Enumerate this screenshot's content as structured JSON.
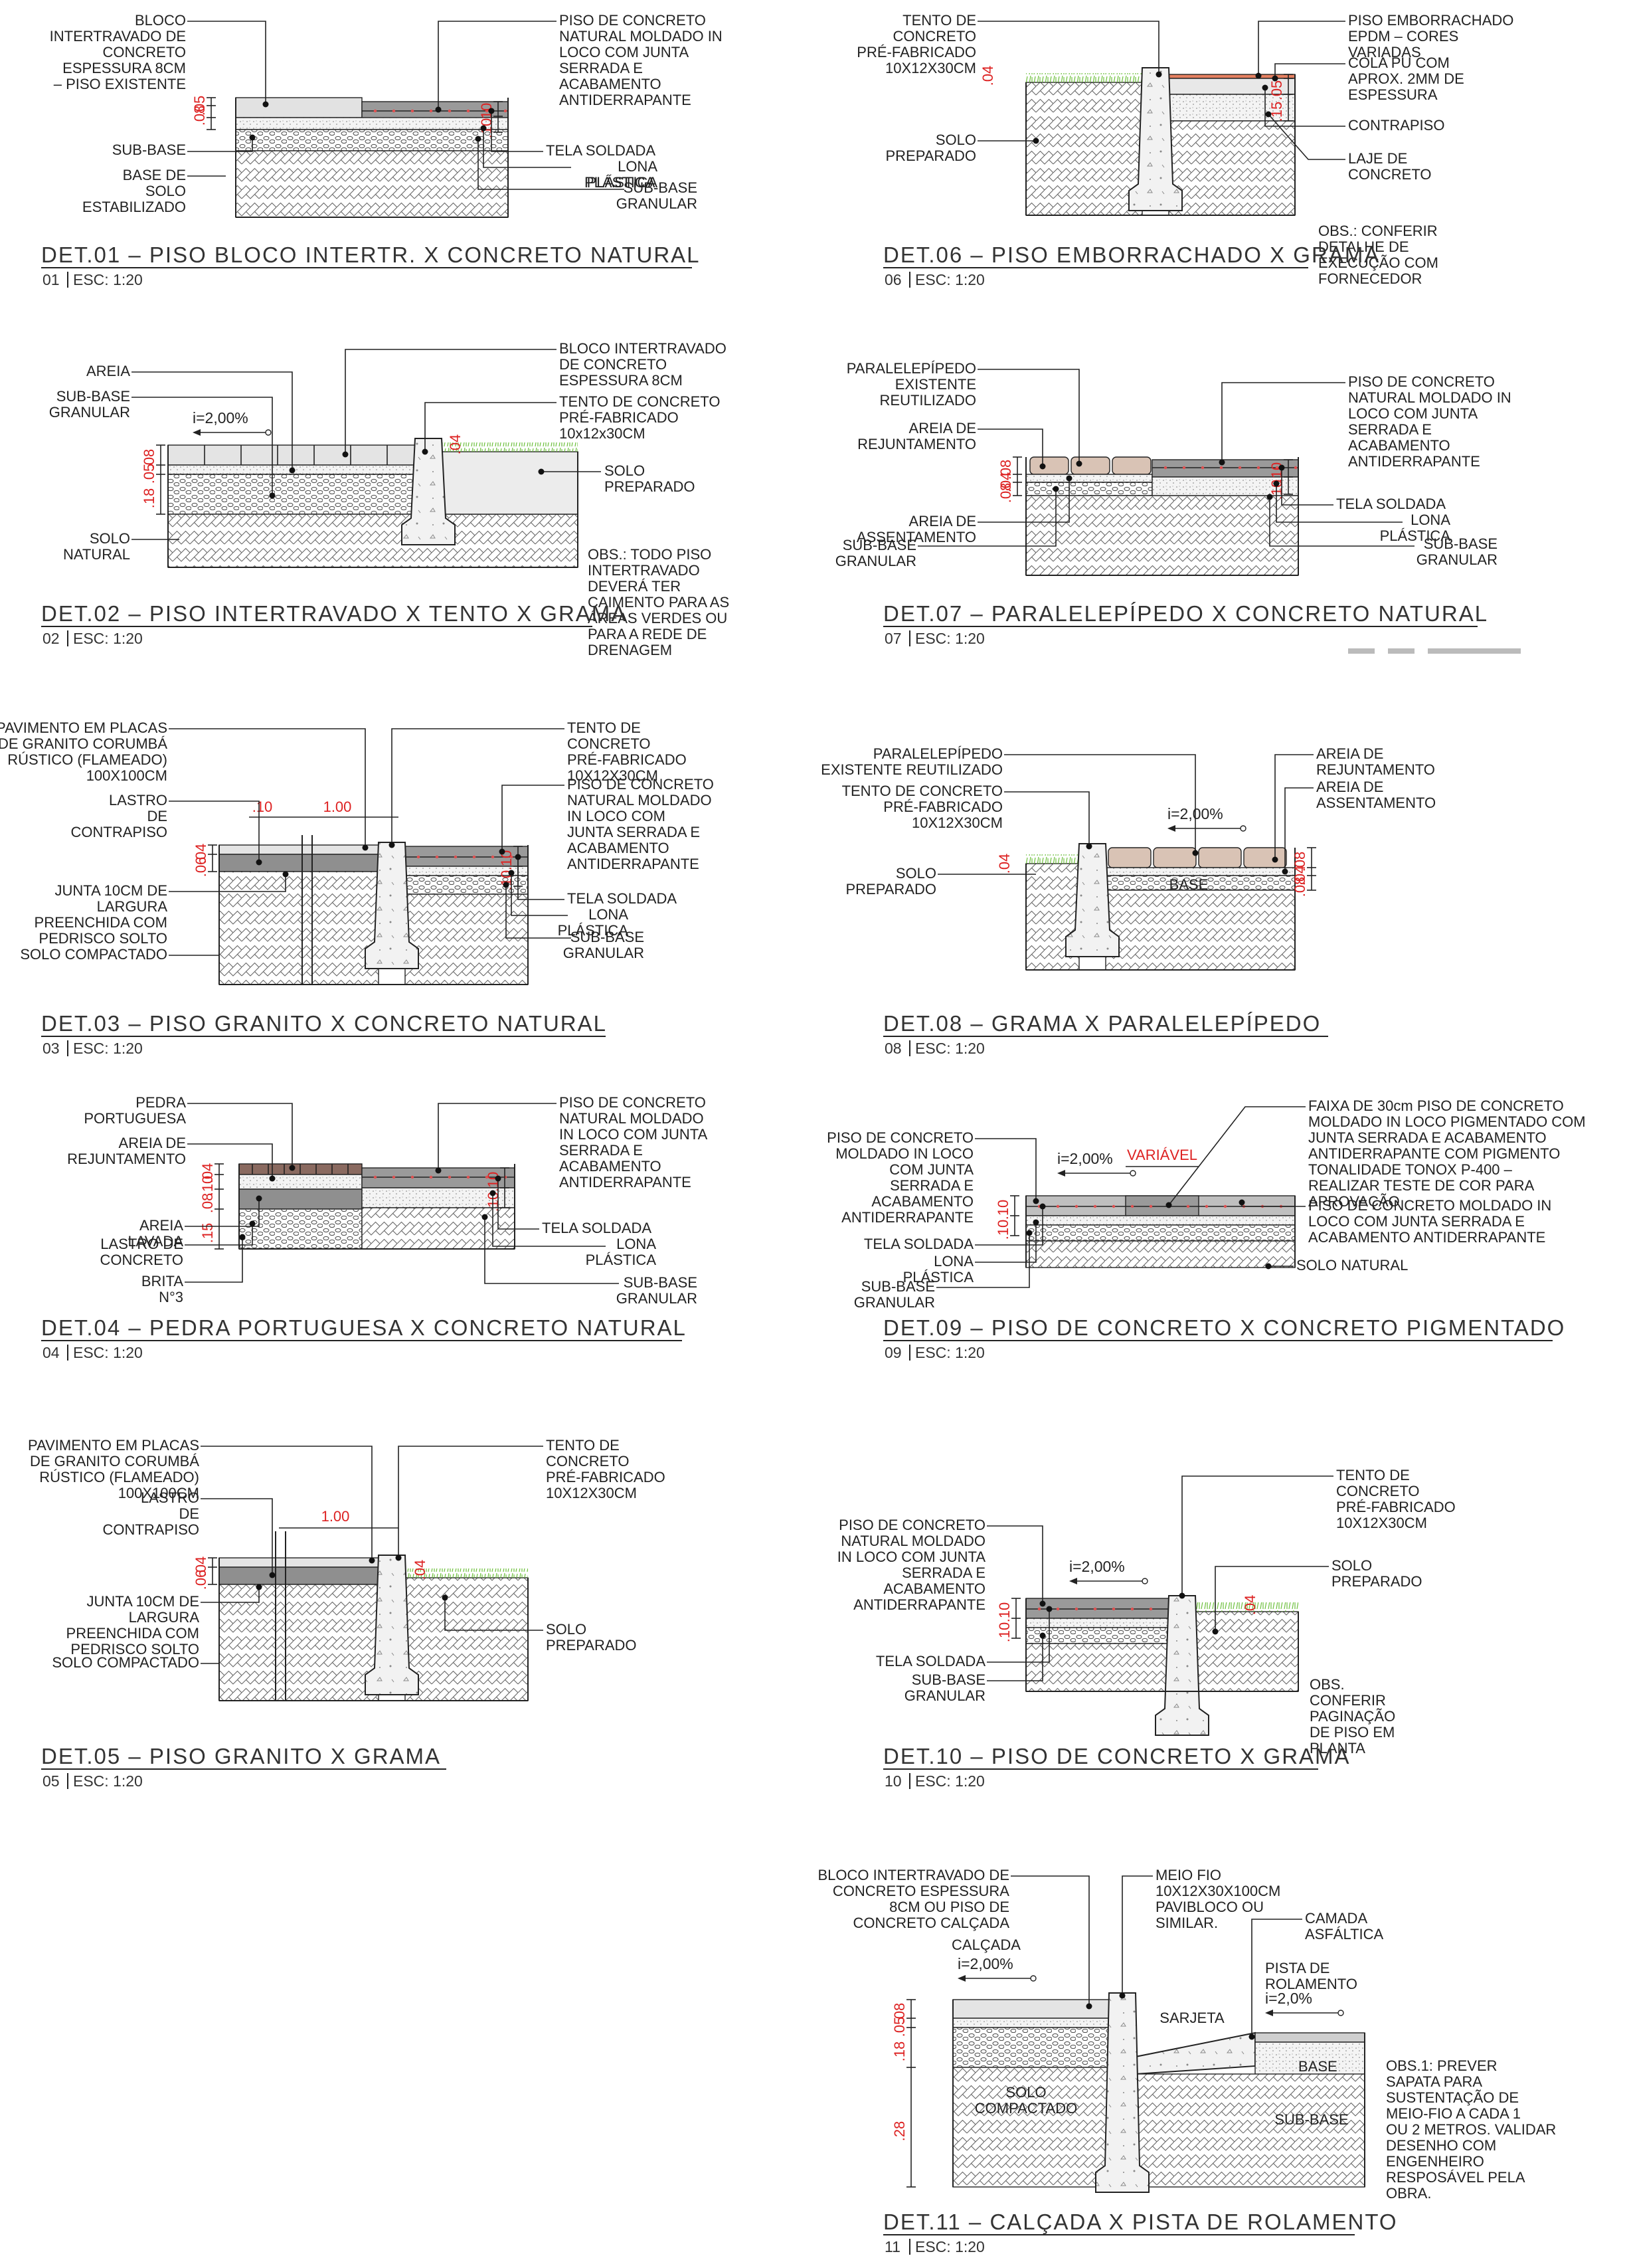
{
  "details": [
    {
      "title": "DET.01 – PISO BLOCO INTERTR. X CONCRETO NATURAL",
      "number": "01",
      "scale": "ESC: 1:20",
      "dims": [
        ".05",
        ".08",
        ".10",
        ".10"
      ],
      "slope": "",
      "labels": {
        "l1": [
          "BLOCO",
          "INTERTRAVADO DE",
          "CONCRETO",
          "ESPESSURA 8CM",
          "– PISO EXISTENTE"
        ],
        "l2": [
          "SUB-BASE"
        ],
        "l3": [
          "BASE DE",
          "SOLO",
          "ESTABILIZADO"
        ],
        "r1": [
          "PISO DE CONCRETO",
          "NATURAL MOLDADO IN",
          "LOCO COM JUNTA",
          "SERRADA E",
          "ACABAMENTO",
          "ANTIDERRAPANTE"
        ],
        "r2": [
          "TELA SOLDADA"
        ],
        "r3": [
          "LONA",
          "PLÁSTICA"
        ],
        "r4": [
          "SUB-BASE",
          "GRANULAR"
        ]
      },
      "obs": []
    },
    {
      "title": "DET.02 – PISO INTERTRAVADO X TENTO X GRAMA",
      "number": "02",
      "scale": "ESC: 1:20",
      "dims": [
        ".18",
        ".05",
        ".08",
        ".04"
      ],
      "slope": "i=2,00%",
      "labels": {
        "l1": [
          "AREIA"
        ],
        "l2": [
          "SUB-BASE",
          "GRANULAR"
        ],
        "l3": [
          "SOLO",
          "NATURAL"
        ],
        "r1": [
          "BLOCO INTERTRAVADO",
          "DE CONCRETO",
          "ESPESSURA 8CM"
        ],
        "r2": [
          "TENTO DE CONCRETO",
          "PRÉ-FABRICADO",
          "10x12x30CM"
        ],
        "r3": [
          "SOLO",
          "PREPARADO"
        ]
      },
      "obs": [
        "OBS.: TODO PISO",
        "INTERTRAVADO",
        "DEVERÁ TER",
        "CAIMENTO PARA AS",
        "ÁREAS VERDES OU",
        "PARA A REDE DE",
        "DRENAGEM"
      ]
    },
    {
      "title": "DET.03 – PISO GRANITO X CONCRETO NATURAL",
      "number": "03",
      "scale": "ESC: 1:20",
      "dims": [
        ".06",
        ".04",
        ".10",
        ".10",
        ".10",
        "1.00"
      ],
      "slope": "",
      "labels": {
        "l1": [
          "PAVIMENTO EM PLACAS",
          "DE GRANITO CORUMBÁ",
          "RÚSTICO (FLAMEADO)",
          "100X100CM"
        ],
        "l2": [
          "LASTRO",
          "DE",
          "CONTRAPISO"
        ],
        "l3": [
          "JUNTA 10CM DE",
          "LARGURA",
          "PREENCHIDA COM",
          "PEDRISCO SOLTO"
        ],
        "l4": [
          "SOLO COMPACTADO"
        ],
        "r1": [
          "TENTO DE",
          "CONCRETO",
          "PRÉ-FABRICADO",
          "10X12X30CM"
        ],
        "r2": [
          "PISO DE CONCRETO",
          "NATURAL MOLDADO",
          "IN LOCO COM",
          "JUNTA SERRADA E",
          "ACABAMENTO",
          "ANTIDERRAPANTE"
        ],
        "r3": [
          "TELA SOLDADA"
        ],
        "r4": [
          "LONA",
          "PLÁSTICA"
        ],
        "r5": [
          "SUB-BASE",
          "GRANULAR"
        ]
      },
      "obs": []
    },
    {
      "title": "DET.04 – PEDRA PORTUGUESA X CONCRETO NATURAL",
      "number": "04",
      "scale": "ESC: 1:20",
      "dims": [
        ".15",
        ".08",
        ".10",
        ".04",
        ".10",
        ".10"
      ],
      "slope": "",
      "labels": {
        "l1": [
          "PEDRA",
          "PORTUGUESA"
        ],
        "l2": [
          "AREIA DE",
          "REJUNTAMENTO"
        ],
        "l3": [
          "AREIA",
          "LAVADA"
        ],
        "l4": [
          "LASTRO DE",
          "CONCRETO"
        ],
        "l5": [
          "BRITA",
          "N°3"
        ],
        "r1": [
          "PISO DE CONCRETO",
          "NATURAL MOLDADO",
          "IN LOCO COM JUNTA",
          "SERRADA E",
          "ACABAMENTO",
          "ANTIDERRAPANTE"
        ],
        "r2": [
          "TELA SOLDADA"
        ],
        "r3": [
          "LONA",
          "PLÁSTICA"
        ],
        "r4": [
          "SUB-BASE",
          "GRANULAR"
        ]
      },
      "obs": []
    },
    {
      "title": "DET.05 – PISO GRANITO X GRAMA",
      "number": "05",
      "scale": "ESC: 1:20",
      "dims": [
        ".06",
        ".04",
        ".04",
        "1.00"
      ],
      "slope": "",
      "labels": {
        "l1": [
          "PAVIMENTO EM PLACAS",
          "DE GRANITO CORUMBÁ",
          "RÚSTICO (FLAMEADO)",
          "100X100CM"
        ],
        "l2": [
          "LASTRO",
          "DE",
          "CONTRAPISO"
        ],
        "l3": [
          "JUNTA 10CM DE",
          "LARGURA",
          "PREENCHIDA COM",
          "PEDRISCO SOLTO"
        ],
        "l4": [
          "SOLO COMPACTADO"
        ],
        "r1": [
          "TENTO DE",
          "CONCRETO",
          "PRÉ-FABRICADO",
          "10X12X30CM"
        ],
        "r2": [
          "SOLO",
          "PREPARADO"
        ]
      },
      "obs": []
    },
    {
      "title": "DET.06 – PISO EMBORRACHADO X GRAMA",
      "number": "06",
      "scale": "ESC: 1:20",
      "dims": [
        ".04",
        ".15",
        ".05"
      ],
      "slope": "",
      "labels": {
        "l1": [
          "TENTO DE",
          "CONCRETO",
          "PRÉ-FABRICADO",
          "10X12X30CM"
        ],
        "l2": [
          "SOLO",
          "PREPARADO"
        ],
        "r1": [
          "PISO EMBORRACHADO",
          "EPDM – CORES",
          "VARIADAS"
        ],
        "r2": [
          "COLA PU COM",
          "APROX. 2MM DE",
          "ESPESSURA"
        ],
        "r3": [
          "CONTRAPISO"
        ],
        "r4": [
          "LAJE DE",
          "CONCRETO"
        ]
      },
      "obs": [
        "OBS.: CONFERIR",
        "DETALHE DE",
        "EXECUÇÃO COM",
        "FORNECEDOR"
      ]
    },
    {
      "title": "DET.07 – PARALELEPÍPEDO X CONCRETO NATURAL",
      "number": "07",
      "scale": "ESC: 1:20",
      "dims": [
        ".08",
        ".04",
        ".08",
        ".10",
        ".10"
      ],
      "slope": "",
      "labels": {
        "l1": [
          "PARALELEPÍPEDO",
          "EXISTENTE",
          "REUTILIZADO"
        ],
        "l2": [
          "AREIA DE",
          "REJUNTAMENTO"
        ],
        "l3": [
          "AREIA DE",
          "ASSENTAMENTO"
        ],
        "l4": [
          "SUB-BASE",
          "GRANULAR"
        ],
        "r1": [
          "PISO DE CONCRETO",
          "NATURAL MOLDADO IN",
          "LOCO COM JUNTA",
          "SERRADA E",
          "ACABAMENTO",
          "ANTIDERRAPANTE"
        ],
        "r2": [
          "TELA SOLDADA"
        ],
        "r3": [
          "LONA",
          "PLÁSTICA"
        ],
        "r4": [
          "SUB-BASE",
          "GRANULAR"
        ]
      },
      "obs": []
    },
    {
      "title": "DET.08 – GRAMA X PARALELEPÍPEDO",
      "number": "08",
      "scale": "ESC: 1:20",
      "dims": [
        ".04",
        ".08",
        ".04",
        ".08"
      ],
      "slope": "i=2,00%",
      "labels": {
        "l1": [
          "PARALELEPÍPEDO",
          "EXISTENTE REUTILIZADO"
        ],
        "l2": [
          "TENTO DE CONCRETO",
          "PRÉ-FABRICADO",
          "10X12X30CM"
        ],
        "l3": [
          "SOLO",
          "PREPARADO"
        ],
        "r1": [
          "AREIA DE",
          "REJUNTAMENTO"
        ],
        "r2": [
          "AREIA DE",
          "ASSENTAMENTO"
        ],
        "mid": [
          "BASE"
        ]
      },
      "obs": []
    },
    {
      "title": "DET.09 – PISO DE CONCRETO X CONCRETO PIGMENTADO",
      "number": "09",
      "scale": "ESC: 1:20",
      "dims": [
        ".10",
        ".10"
      ],
      "slope": "i=2,00%",
      "variavel": "VARIÁVEL",
      "labels": {
        "l1": [
          "PISO DE CONCRETO",
          "MOLDADO IN LOCO",
          "COM JUNTA",
          "SERRADA E",
          "ACABAMENTO",
          "ANTIDERRAPANTE"
        ],
        "l2": [
          "TELA SOLDADA"
        ],
        "l3": [
          "LONA",
          "PLÁSTICA"
        ],
        "l4": [
          "SUB-BASE",
          "GRANULAR"
        ],
        "r1": [
          "FAIXA DE 30cm PISO DE CONCRETO",
          "MOLDADO IN LOCO PIGMENTADO COM",
          "JUNTA SERRADA E ACABAMENTO",
          "ANTIDERRAPANTE COM PIGMENTO",
          "TONALIDADE TONOX P-400 –",
          "REALIZAR TESTE DE COR PARA",
          "APROVAÇÃO"
        ],
        "r2": [
          "PISO DE CONCRETO MOLDADO IN",
          "LOCO COM JUNTA SERRADA E",
          "ACABAMENTO ANTIDERRAPANTE"
        ],
        "r3": [
          "SOLO NATURAL"
        ]
      },
      "obs": []
    },
    {
      "title": "DET.10 – PISO DE CONCRETO X GRAMA",
      "number": "10",
      "scale": "ESC: 1:20",
      "dims": [
        ".10",
        ".10",
        ".04"
      ],
      "slope": "i=2,00%",
      "labels": {
        "l1": [
          "PISO DE CONCRETO",
          "NATURAL MOLDADO",
          "IN LOCO COM JUNTA",
          "SERRADA E",
          "ACABAMENTO",
          "ANTIDERRAPANTE"
        ],
        "l2": [
          "TELA SOLDADA"
        ],
        "l3": [
          "SUB-BASE",
          "GRANULAR"
        ],
        "r1": [
          "TENTO DE",
          "CONCRETO",
          "PRÉ-FABRICADO",
          "10X12X30CM"
        ],
        "r2": [
          "SOLO",
          "PREPARADO"
        ]
      },
      "obs": [
        "OBS.",
        "CONFERIR",
        "PAGINAÇÃO",
        "DE PISO EM",
        "PLANTA"
      ]
    },
    {
      "title": "DET.11 – CALÇADA X PISTA DE ROLAMENTO",
      "number": "11",
      "scale": "ESC: 1:20",
      "dims": [
        ".18",
        ".05",
        ".08",
        ".28"
      ],
      "slope": "i=2,00%",
      "slope2": "i=2,0%",
      "labels": {
        "l1": [
          "BLOCO INTERTRAVADO DE",
          "CONCRETO ESPESSURA",
          "8CM OU PISO DE",
          "CONCRETO CALÇADA"
        ],
        "r1": [
          "MEIO FIO",
          "10X12X30X100CM",
          "PAVIBLOCO OU",
          "SIMILAR."
        ],
        "r2": [
          "CAMADA",
          "ASFÁLTICA"
        ],
        "t1": [
          "CALÇADA"
        ],
        "t2": [
          "PISTA DE",
          "ROLAMENTO"
        ],
        "t3": [
          "SARJETA"
        ],
        "t4": [
          "SOLO",
          "COMPACTADO"
        ],
        "t5": [
          "BASE"
        ],
        "t6": [
          "SUB-BASE"
        ]
      },
      "obs": [
        "OBS.1: PREVER",
        "SAPATA PARA",
        "SUSTENTAÇÃO DE",
        "MEIO-FIO A CADA 1",
        "OU 2 METROS. VALIDAR",
        "DESENHO COM",
        "ENGENHEIRO",
        "RESPOSÁVEL PELA",
        "OBRA."
      ]
    }
  ]
}
